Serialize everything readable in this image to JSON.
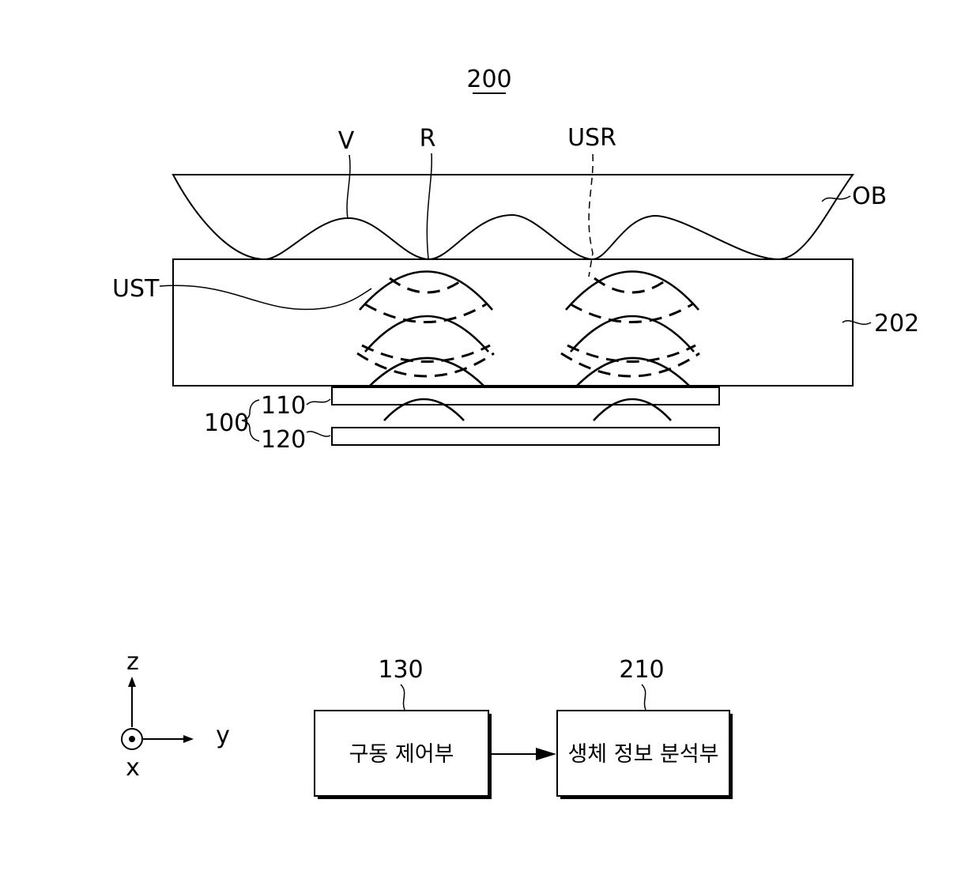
{
  "figure": {
    "device_ref": "200",
    "labels": {
      "v": "V",
      "r": "R",
      "usr": "USR",
      "ob": "OB",
      "ust": "UST",
      "cover": "202",
      "sensor": "100",
      "layer_top": "110",
      "layer_bottom": "120"
    },
    "axes": {
      "z": "z",
      "y": "y",
      "x": "x"
    },
    "blocks": [
      {
        "ref": "130",
        "label": "구동 제어부"
      },
      {
        "ref": "210",
        "label": "생체 정보 분석부"
      }
    ]
  }
}
